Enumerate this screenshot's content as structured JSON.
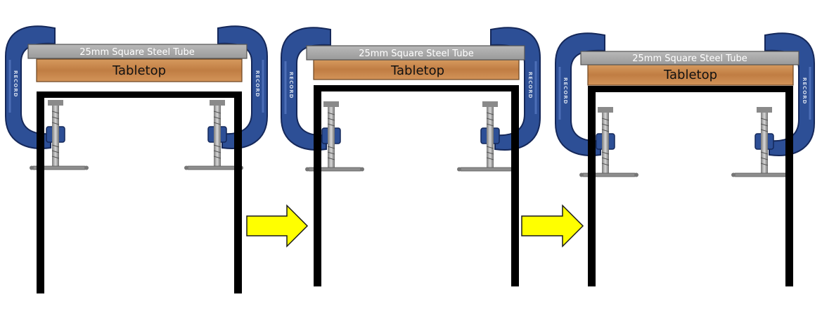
{
  "panels": [
    {
      "tube_label": "25mm Square Steel Tube",
      "tabletop_label": "Tabletop",
      "clamp_brand": "RECORD"
    },
    {
      "tube_label": "25mm Square Steel Tube",
      "tabletop_label": "Tabletop",
      "clamp_brand": "RECORD"
    },
    {
      "tube_label": "25mm Square Steel Tube",
      "tabletop_label": "Tabletop",
      "clamp_brand": "RECORD"
    }
  ],
  "colors": {
    "clamp_blue": "#2d4f96",
    "clamp_dark": "#1b3570",
    "tube_grey": "#a8a8a8",
    "wood": "#c8874a",
    "frame": "#000000",
    "arrow_fill": "#ffff00",
    "arrow_stroke": "#1a1a1a"
  },
  "arrows": [
    {
      "name": "step-arrow-1"
    },
    {
      "name": "step-arrow-2"
    }
  ]
}
